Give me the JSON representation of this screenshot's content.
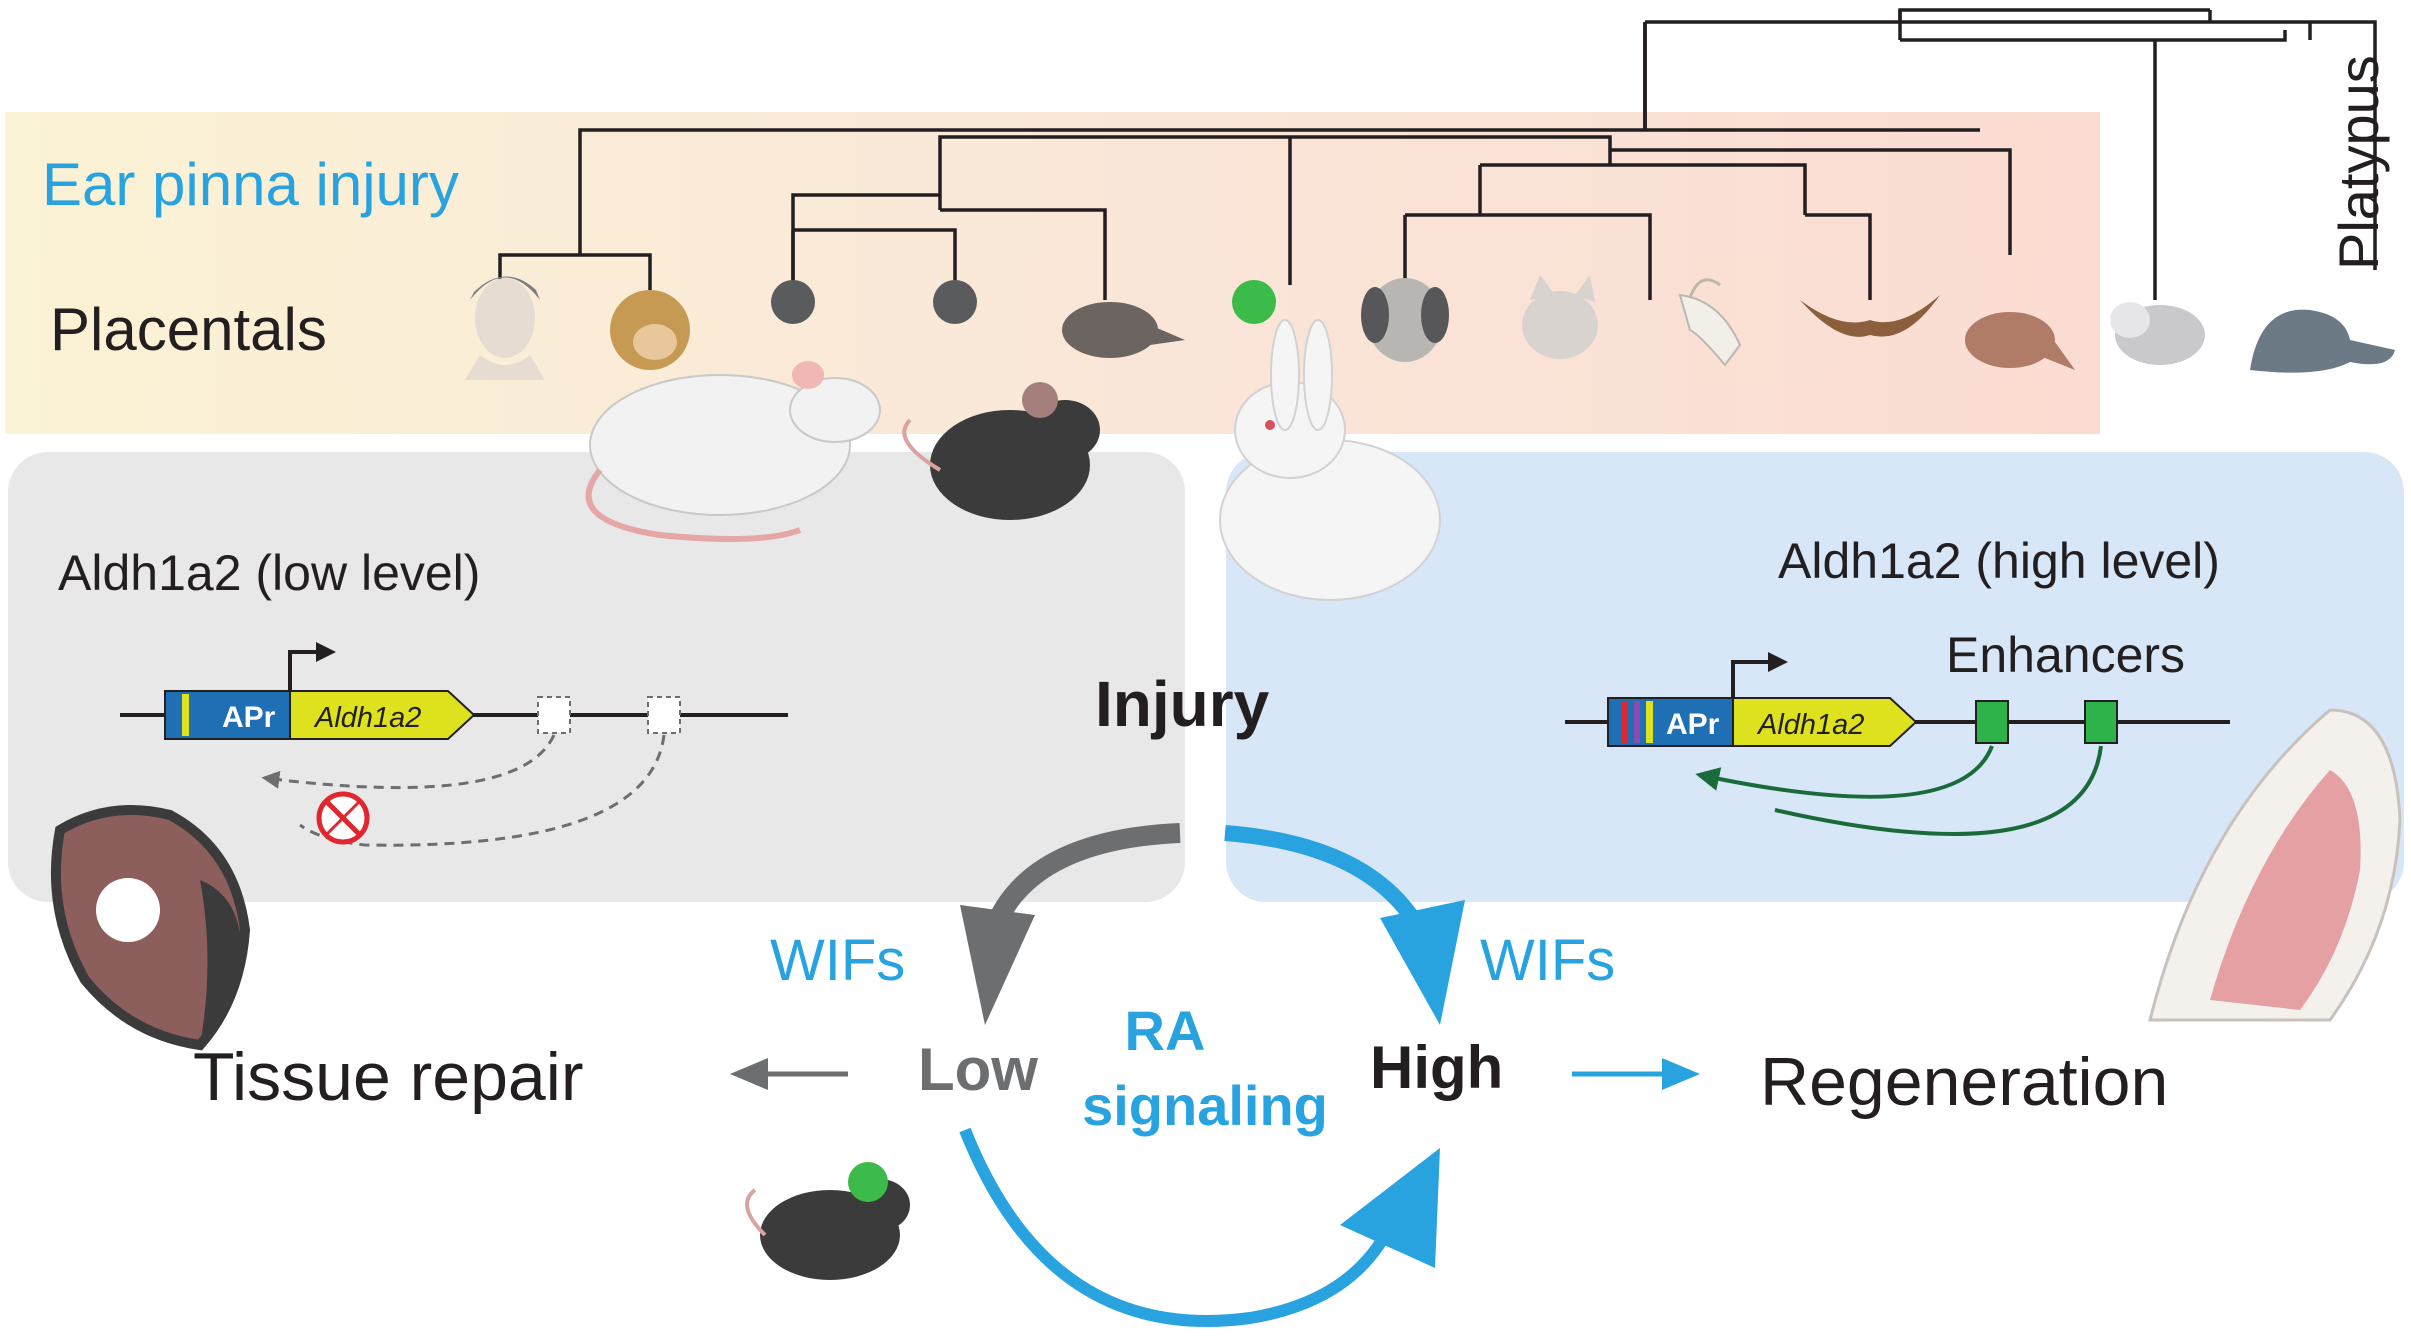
{
  "phylogeny": {
    "context_label": "Ear pinna injury",
    "group_label": "Placentals",
    "outgroup_label": "Platypus"
  },
  "low_panel": {
    "title": "Aldh1a2 (low level)",
    "promoter_label": "APr",
    "gene_label": "Aldh1a2"
  },
  "high_panel": {
    "title": "Aldh1a2 (high level)",
    "promoter_label": "APr",
    "gene_label": "Aldh1a2",
    "enhancers_label": "Enhancers"
  },
  "center": {
    "injury_label": "Injury",
    "wifs_left": "WIFs",
    "wifs_right": "WIFs",
    "low_label": "Low",
    "high_label": "High",
    "ra_line1": "RA",
    "ra_line2": "signaling"
  },
  "outcomes": {
    "repair_label": "Tissue repair",
    "regeneration_label": "Regeneration"
  },
  "colors": {
    "accent_blue": "#29a3e0",
    "arrow_gray": "#6d6e70",
    "low_panel_bg": "#e8e8e8",
    "high_panel_bg": "#d7e7f7",
    "gene_yellow": "#dde11e",
    "promoter_blue": "#1f6fb5",
    "enhancer_green": "#2eb34a",
    "enhancer_arrow": "#1b6b3a",
    "inhibit_red": "#e0262e",
    "node_dark": "#5a5b5d",
    "node_green": "#3dbb4a"
  }
}
